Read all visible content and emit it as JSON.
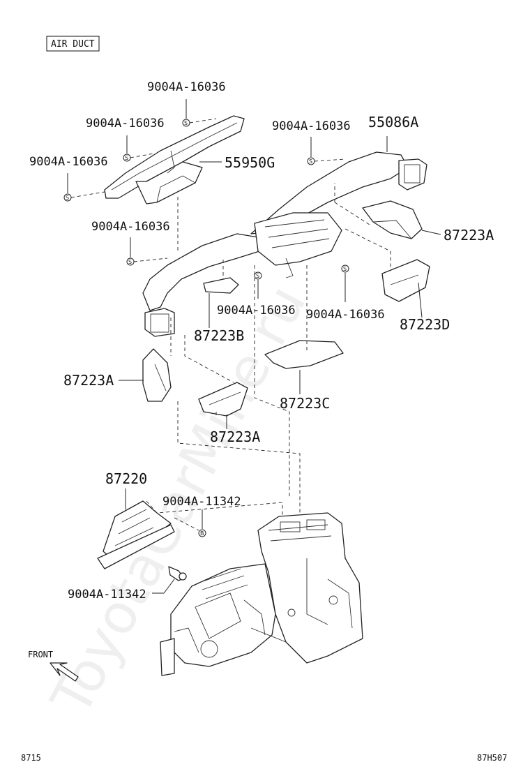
{
  "header": {
    "title": "AIR DUCT"
  },
  "footer": {
    "left_code": "8715",
    "right_code": "87H507"
  },
  "watermark": "ToyotaCarMine.ru",
  "direction": {
    "label": "FRONT"
  },
  "symbols": {
    "s": "S",
    "b": "B"
  },
  "labels": {
    "c1": "9004A-16036",
    "c2": "9004A-16036",
    "c3": "9004A-16036",
    "c4": "9004A-16036",
    "c5": "9004A-16036",
    "c6": "9004A-16036",
    "c7": "9004A-16036",
    "p55950g": "55950G",
    "p55086a": "55086A",
    "p87223a_r": "87223A",
    "p87223d": "87223D",
    "p87223b": "87223B",
    "p87223a_l": "87223A",
    "p87223c": "87223C",
    "p87223a_b": "87223A",
    "p87220": "87220",
    "b1": "9004A-11342",
    "b2": "9004A-11342"
  }
}
